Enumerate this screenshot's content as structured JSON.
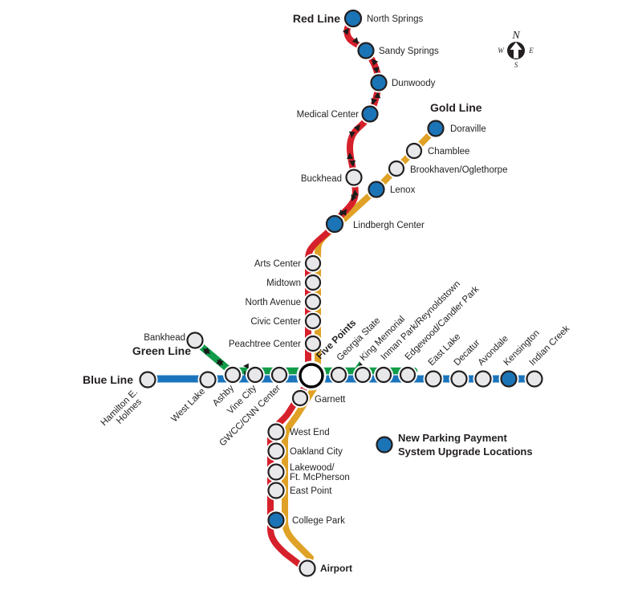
{
  "colors": {
    "red": "#D6202B",
    "gold": "#DFA226",
    "green": "#109C49",
    "blue": "#1B75BC",
    "station_fill": "#E8E8EA",
    "upgrade_fill": "#1B74B6",
    "five_points_fill": "#FFFFFF",
    "outline": "#231F20"
  },
  "line_labels": {
    "red": "Red Line",
    "gold": "Gold Line",
    "green": "Green Line",
    "blue": "Blue Line"
  },
  "stations": {
    "north_springs": "North Springs",
    "sandy_springs": "Sandy Springs",
    "dunwoody": "Dunwoody",
    "medical_center": "Medical Center",
    "buckhead": "Buckhead",
    "doraville": "Doraville",
    "chamblee": "Chamblee",
    "brookhaven": "Brookhaven/Oglethorpe",
    "lenox": "Lenox",
    "lindbergh": "Lindbergh Center",
    "arts_center": "Arts Center",
    "midtown": "Midtown",
    "north_avenue": "North Avenue",
    "civic_center": "Civic Center",
    "peachtree_center": "Peachtree Center",
    "five_points": "Five Points",
    "bankhead": "Bankhead",
    "hamilton_line1": "Hamilton E.",
    "hamilton_line2": "Holmes",
    "west_lake": "West Lake",
    "ashby": "Ashby",
    "vine_city": "Vine City",
    "gwcc": "GWCC/CNN Center",
    "georgia_state": "Georgia State",
    "king_memorial": "King Memorial",
    "inman_park": "Inman Park/Reynoldstown",
    "edgewood": "Edgewood/Candler Park",
    "east_lake": "East Lake",
    "decatur": "Decatur",
    "avondale": "Avondale",
    "kensington": "Kensington",
    "indian_creek": "Indian Creek",
    "garnett": "Garnett",
    "west_end": "West End",
    "oakland_city": "Oakland City",
    "lakewood_line1": "Lakewood/",
    "lakewood_line2": "Ft. McPherson",
    "east_point": "East Point",
    "college_park": "College Park",
    "airport": "Airport"
  },
  "legend": {
    "line1": "New Parking Payment",
    "line2": "System Upgrade Locations"
  },
  "compass": {
    "n": "N",
    "e": "E",
    "s": "S",
    "w": "W"
  }
}
